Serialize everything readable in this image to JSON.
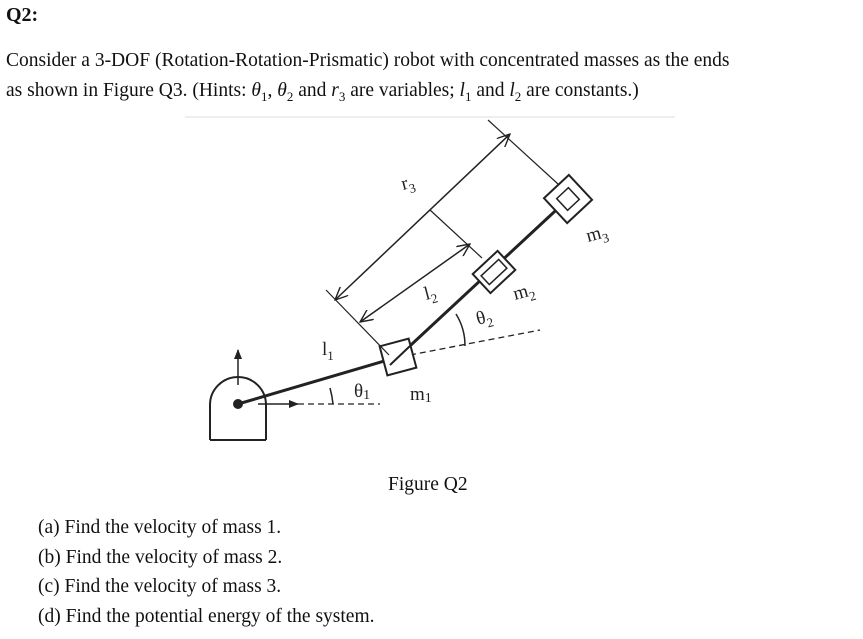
{
  "heading": "Q2:",
  "problem": {
    "line1": "Consider a 3-DOF (Rotation-Rotation-Prismatic) robot with concentrated masses as the ends",
    "line2_start": "as shown in Figure Q3. (Hints: ",
    "theta": "θ",
    "sub1": "1",
    "sub2": "2",
    "sub3": "3",
    "comma": ", ",
    "and": " and ",
    "r": "r",
    "l": "l",
    "vars_word": " are variables; ",
    "consts_word": " are constants.)"
  },
  "figure": {
    "caption": "Figure Q2",
    "labels": {
      "r3": "r",
      "r3_sub": "3",
      "l1": "l",
      "l1_sub": "1",
      "l2": "l",
      "l2_sub": "2",
      "theta1": "θ",
      "theta1_sub": "1",
      "theta2": "θ",
      "theta2_sub": "2",
      "m1": "m",
      "m1_sub": "1",
      "m2": "m",
      "m2_sub": "2",
      "m3": "m",
      "m3_sub": "3"
    }
  },
  "questions": [
    "(a) Find the velocity of mass 1.",
    "(b) Find the velocity of mass 2.",
    "(c) Find the velocity of mass 3.",
    "(d) Find the potential energy of the system."
  ]
}
